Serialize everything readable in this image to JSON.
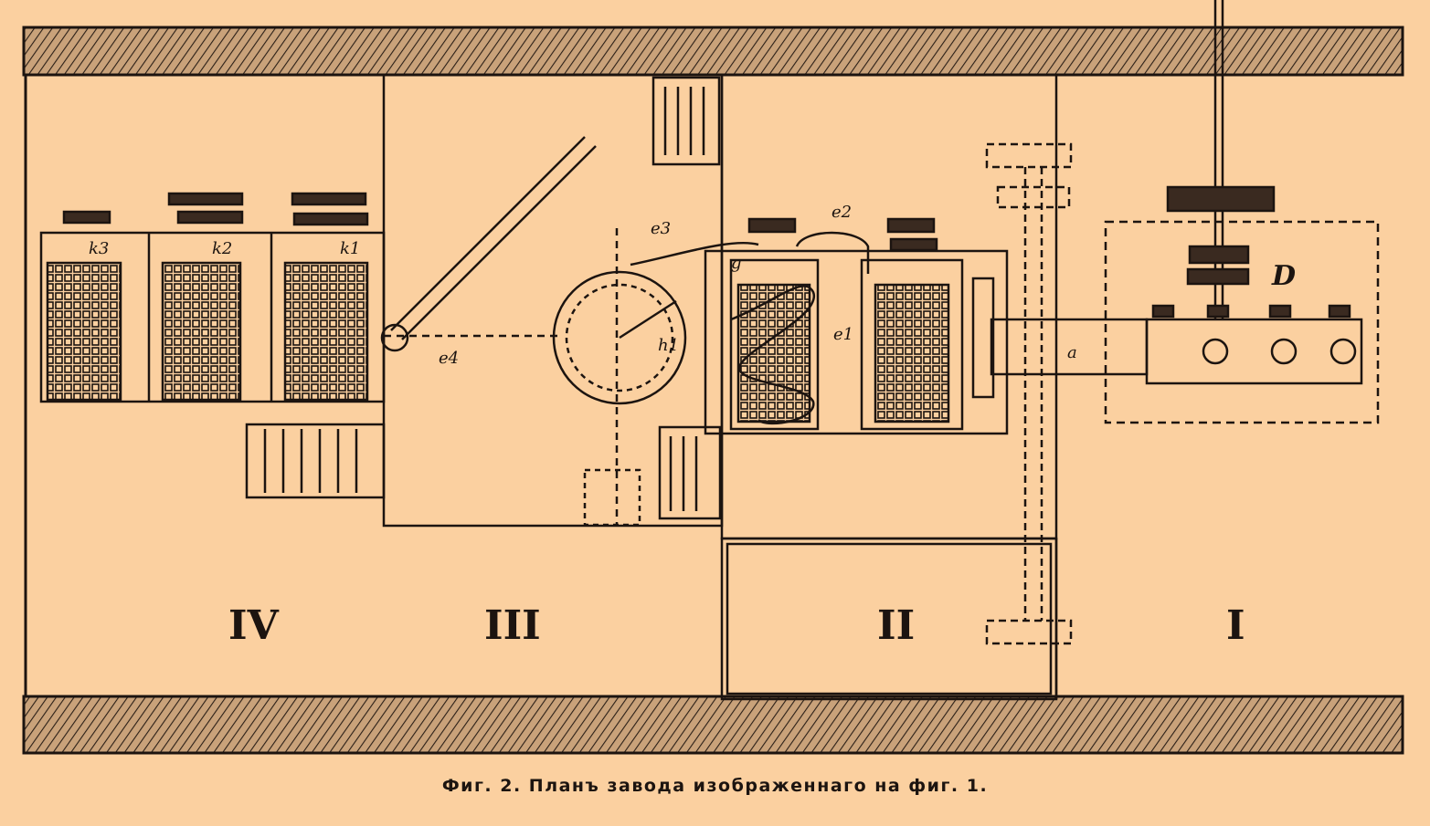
{
  "figure": {
    "caption": "Фиг. 2. Планъ завода изображеннаго на фиг. 1.",
    "colors": {
      "paper": "#fbd0a0",
      "ink": "#1c1410",
      "wall": "#c9a27a"
    },
    "rooms": [
      {
        "id": "IV",
        "label": "IV"
      },
      {
        "id": "III",
        "label": "III"
      },
      {
        "id": "II",
        "label": "II"
      },
      {
        "id": "I",
        "label": "I"
      }
    ],
    "labels": {
      "k3": "k3",
      "k2": "k2",
      "k1": "k1",
      "e2": "e2",
      "e3": "e3",
      "e4": "e4",
      "e1": "e1",
      "h1": "h1",
      "a": "a",
      "D": "D",
      "g": "g"
    }
  }
}
